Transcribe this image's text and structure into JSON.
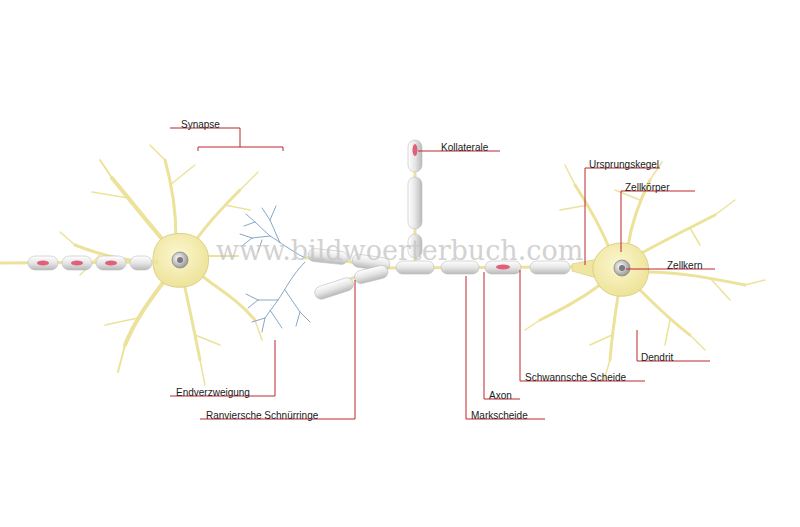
{
  "diagram": {
    "labels": [
      "Synapse",
      "Kollaterale",
      "Ursprungskegel",
      "Zellkörper",
      "Zellkern",
      "www.bildwoerterbuch.com",
      "Dendrit",
      "Endverzweigung",
      "Schwannsche Scheide",
      "Axon",
      "Markscheide",
      "Ranviersche Schnürringe"
    ]
  }
}
